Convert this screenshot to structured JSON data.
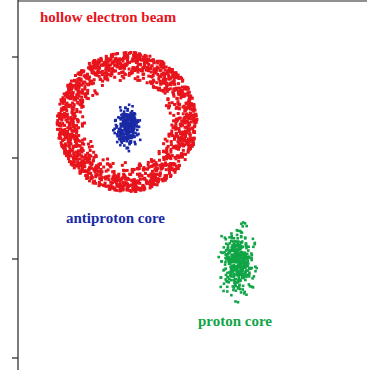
{
  "diagram": {
    "labels": [
      "hollow electron beam",
      "antiproton core",
      "proton core"
    ]
  }
}
